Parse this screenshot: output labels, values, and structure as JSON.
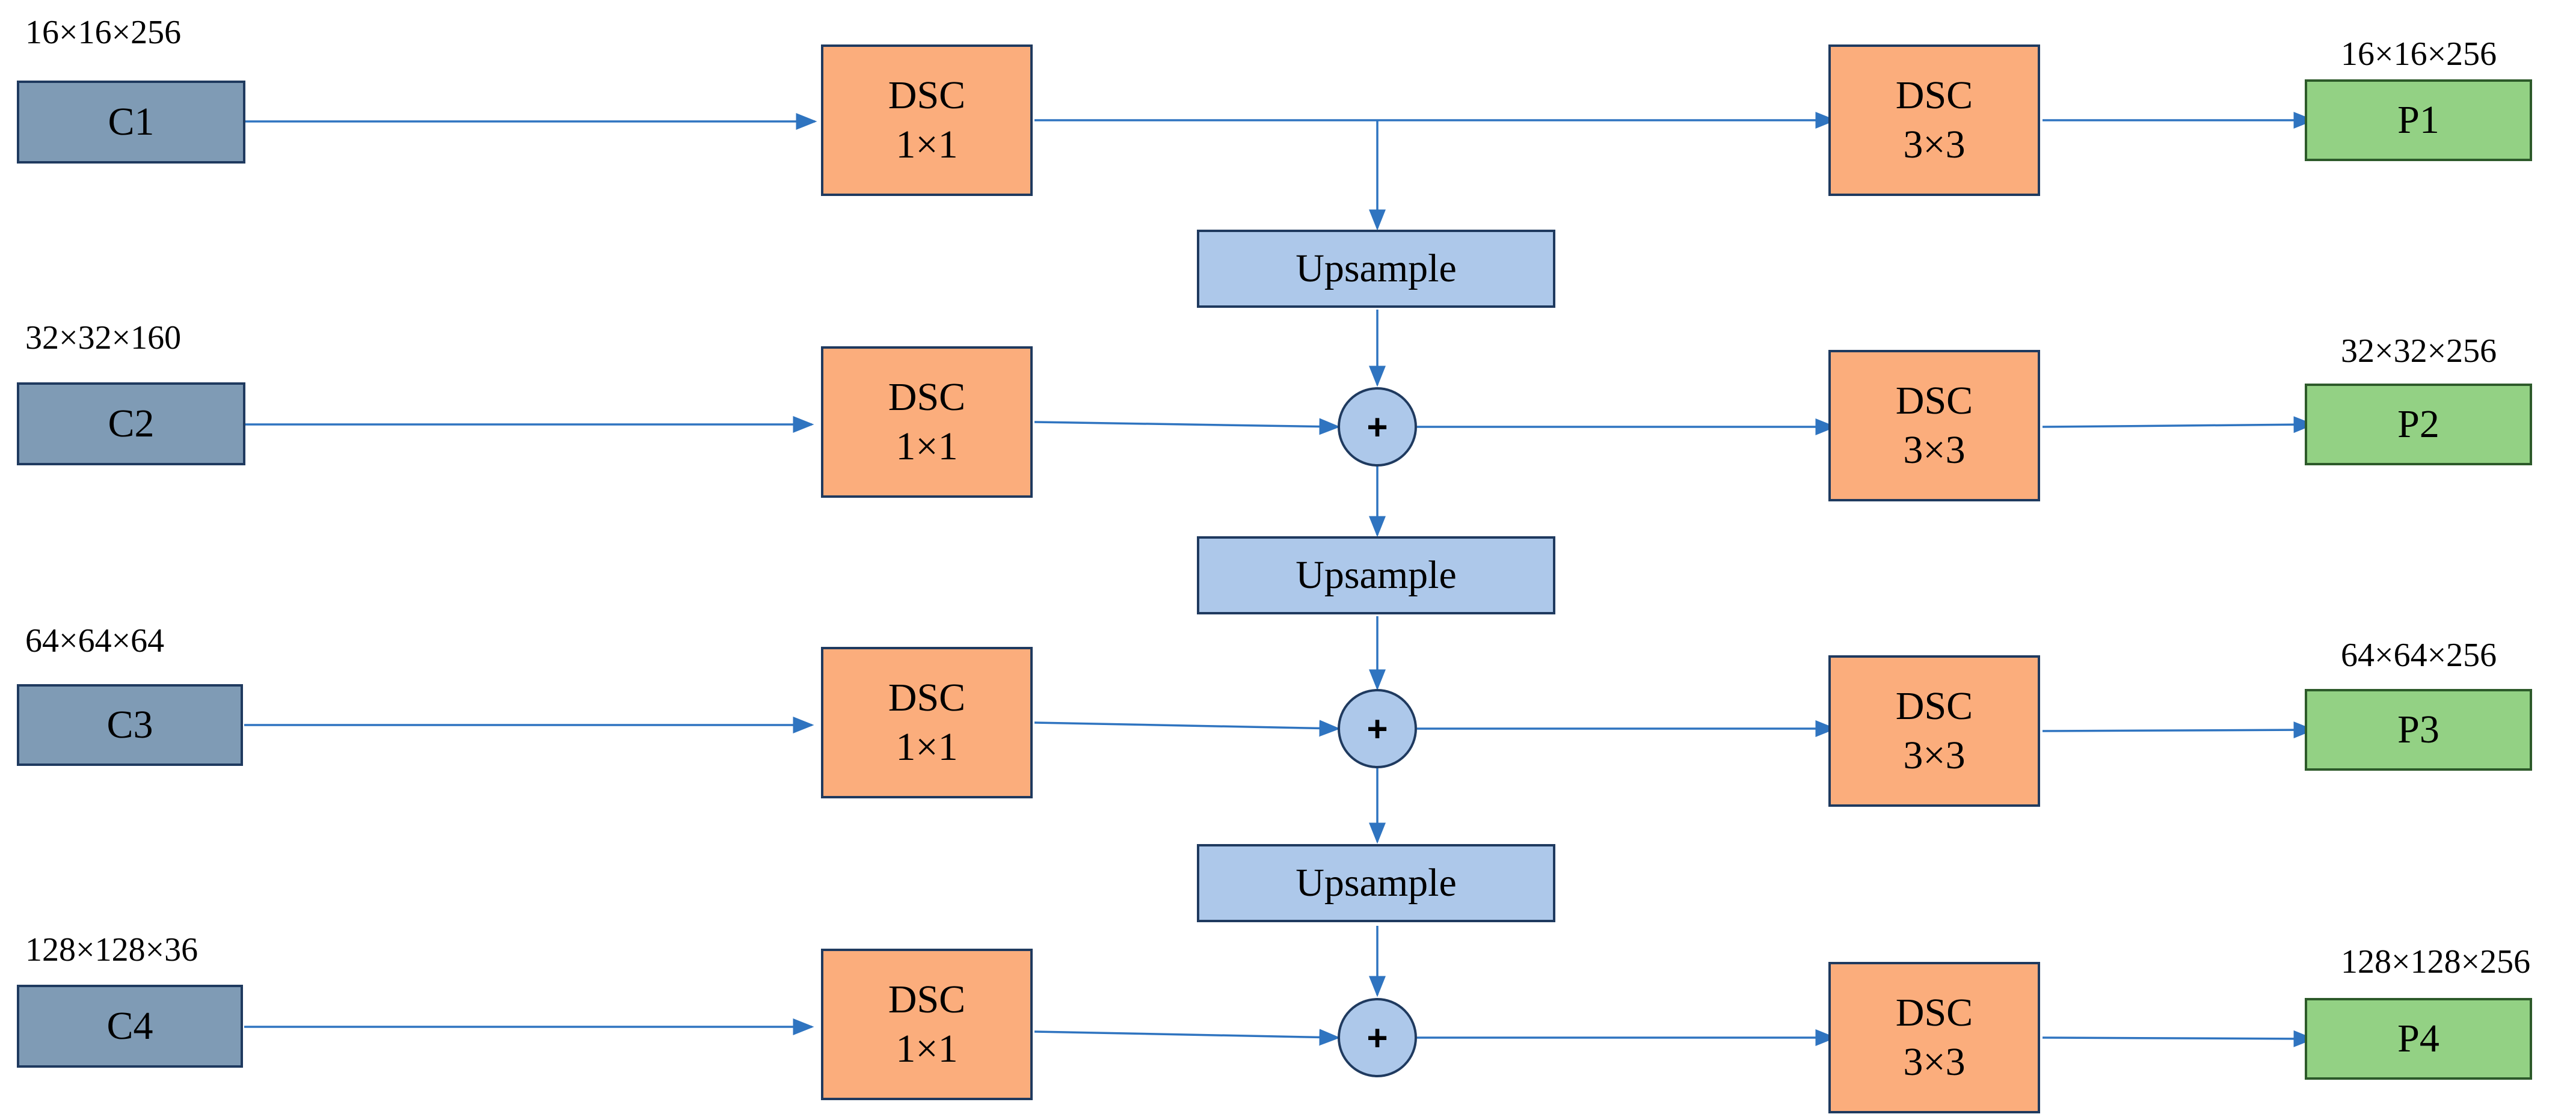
{
  "rows": [
    {
      "c_label": "C1",
      "in_dim": "16×16×256",
      "dsc1_line1": "DSC",
      "dsc1_line2": "1×1",
      "dsc3_line1": "DSC",
      "dsc3_line2": "3×3",
      "p_label": "P1",
      "out_dim": "16×16×256"
    },
    {
      "c_label": "C2",
      "in_dim": "32×32×160",
      "dsc1_line1": "DSC",
      "dsc1_line2": "1×1",
      "dsc3_line1": "DSC",
      "dsc3_line2": "3×3",
      "p_label": "P2",
      "out_dim": "32×32×256",
      "plus": "+"
    },
    {
      "c_label": "C3",
      "in_dim": "64×64×64",
      "dsc1_line1": "DSC",
      "dsc1_line2": "1×1",
      "dsc3_line1": "DSC",
      "dsc3_line2": "3×3",
      "p_label": "P3",
      "out_dim": "64×64×256",
      "plus": "+"
    },
    {
      "c_label": "C4",
      "in_dim": "128×128×36",
      "dsc1_line1": "DSC",
      "dsc1_line2": "1×1",
      "dsc3_line1": "DSC",
      "dsc3_line2": "3×3",
      "p_label": "P4",
      "out_dim": "128×128×256",
      "plus": "+"
    }
  ],
  "upsample": [
    "Upsample",
    "Upsample",
    "Upsample"
  ],
  "colors": {
    "arrow": "#2f74c0",
    "c_fill": "#7f9bb5",
    "dsc_fill": "#fbad7c",
    "p_fill": "#93d184",
    "up_fill": "#adc8ea",
    "border": "#1f3a5f"
  }
}
